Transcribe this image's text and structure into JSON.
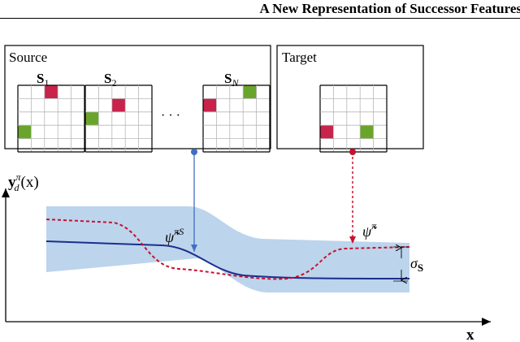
{
  "header": {
    "title": "A New Representation of Successor Features"
  },
  "source_panel": {
    "label": "Source",
    "grid_labels": [
      "S",
      "S",
      "S"
    ],
    "grid_subscripts": [
      "1",
      "2",
      "N"
    ],
    "ellipsis": "· · ·"
  },
  "target_panel": {
    "label": "Target"
  },
  "plot": {
    "y_label_main": "y",
    "y_label_sup": "π",
    "y_label_sub": "d",
    "y_label_arg": "(x)",
    "x_label": "x",
    "source_curve_label": "ψ̃",
    "source_curve_sup": "πS",
    "target_curve_label": "ψ̃",
    "target_curve_sup": "π",
    "sigma_label": "σ",
    "sigma_sub": "S"
  },
  "colors": {
    "goal_red": "#c8234a",
    "agent_green": "#6aa52b",
    "band_fill": "#bcd4ec",
    "source_curve": "#1a2f8c",
    "target_curve": "#c8102e",
    "arrow_blue": "#3f6fc4",
    "arrow_red": "#c8102e"
  }
}
